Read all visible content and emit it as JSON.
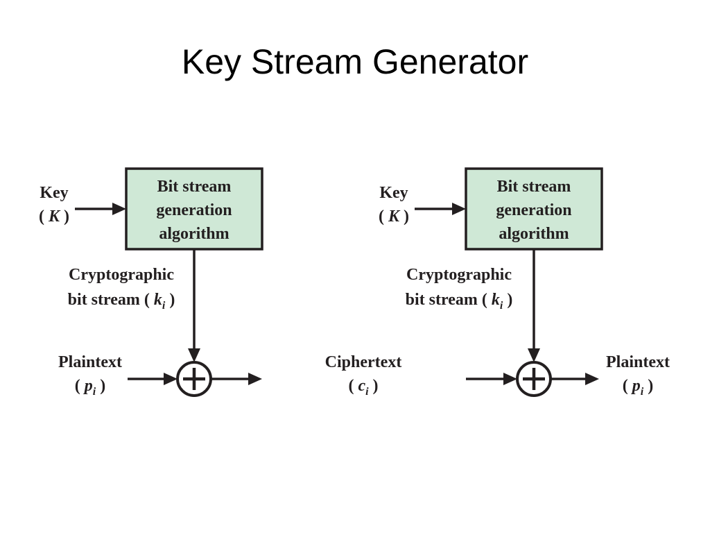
{
  "title": "Key Stream Generator",
  "colors": {
    "box_fill": "#cfe8d6",
    "ink": "#231f20"
  },
  "left": {
    "key_label": "Key",
    "key_symbol_open": "( ",
    "key_symbol": "K",
    "key_symbol_close": " )",
    "box_lines": [
      "Bit stream",
      "generation",
      "algorithm"
    ],
    "stream_line1": "Cryptographic",
    "stream_line2": "bit stream ( ",
    "stream_var": "k",
    "stream_sub": "i",
    "stream_close": " )",
    "input_label": "Plaintext",
    "input_open": "( ",
    "input_var": "p",
    "input_sub": "i",
    "input_close": " )"
  },
  "right": {
    "key_label": "Key",
    "key_symbol_open": "( ",
    "key_symbol": "K",
    "key_symbol_close": " )",
    "box_lines": [
      "Bit stream",
      "generation",
      "algorithm"
    ],
    "stream_line1": "Cryptographic",
    "stream_line2": "bit stream ( ",
    "stream_var": "k",
    "stream_sub": "i",
    "stream_close": " )",
    "input_label": "Ciphertext",
    "input_open": "( ",
    "input_var": "c",
    "input_sub": "i",
    "input_close": " )",
    "output_label": "Plaintext",
    "output_open": "( ",
    "output_var": "p",
    "output_sub": "i",
    "output_close": " )"
  }
}
